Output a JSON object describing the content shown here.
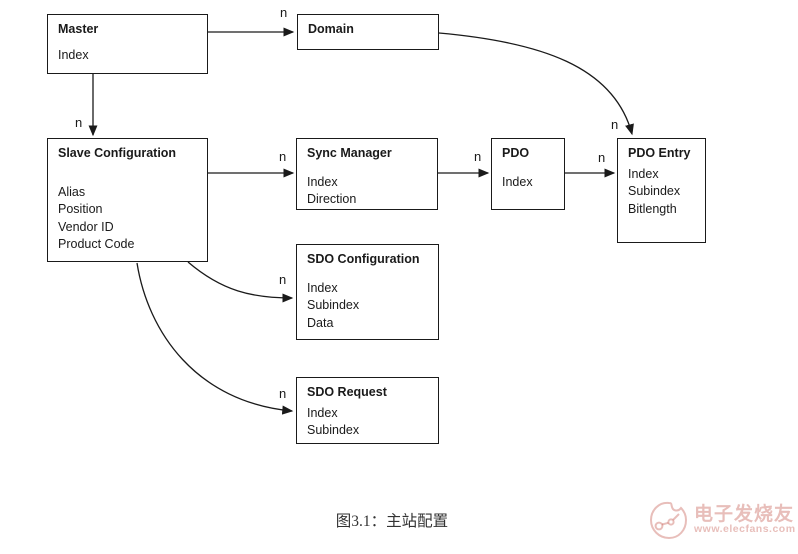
{
  "diagram": {
    "edge_label": "n",
    "nodes": {
      "master": {
        "title": "Master",
        "lines": [
          "Index"
        ]
      },
      "domain": {
        "title": "Domain",
        "lines": []
      },
      "slave_config": {
        "title": "Slave Configuration",
        "lines": [
          "Alias",
          "Position",
          "Vendor ID",
          "Product Code"
        ]
      },
      "sync_manager": {
        "title": "Sync Manager",
        "lines": [
          "Index",
          "Direction"
        ]
      },
      "pdo": {
        "title": "PDO",
        "lines": [
          "Index"
        ]
      },
      "pdo_entry": {
        "title": "PDO Entry",
        "lines": [
          "Index",
          "Subindex",
          "Bitlength"
        ]
      },
      "sdo_config": {
        "title": "SDO Configuration",
        "lines": [
          "Index",
          "Subindex",
          "Data"
        ]
      },
      "sdo_request": {
        "title": "SDO Request",
        "lines": [
          "Index",
          "Subindex"
        ]
      }
    },
    "edges": [
      {
        "from": "Master",
        "to": "Domain",
        "label": "n"
      },
      {
        "from": "Master",
        "to": "Slave Configuration",
        "label": "n"
      },
      {
        "from": "Slave Configuration",
        "to": "Sync Manager",
        "label": "n"
      },
      {
        "from": "Sync Manager",
        "to": "PDO",
        "label": "n"
      },
      {
        "from": "PDO",
        "to": "PDO Entry",
        "label": "n"
      },
      {
        "from": "Domain",
        "to": "PDO Entry",
        "label": "n"
      },
      {
        "from": "Slave Configuration",
        "to": "SDO Configuration",
        "label": "n"
      },
      {
        "from": "Slave Configuration",
        "to": "SDO Request",
        "label": "n"
      }
    ]
  },
  "caption": "图3.1：主站配置",
  "watermark": {
    "brand": "电子发烧友",
    "url": "www.elecfans.com"
  },
  "colors": {
    "line": "#1a1a1a",
    "box_border": "#1a1a1a",
    "text": "#1a1a1a",
    "caption": "#333333",
    "watermark": "#c65c52"
  }
}
